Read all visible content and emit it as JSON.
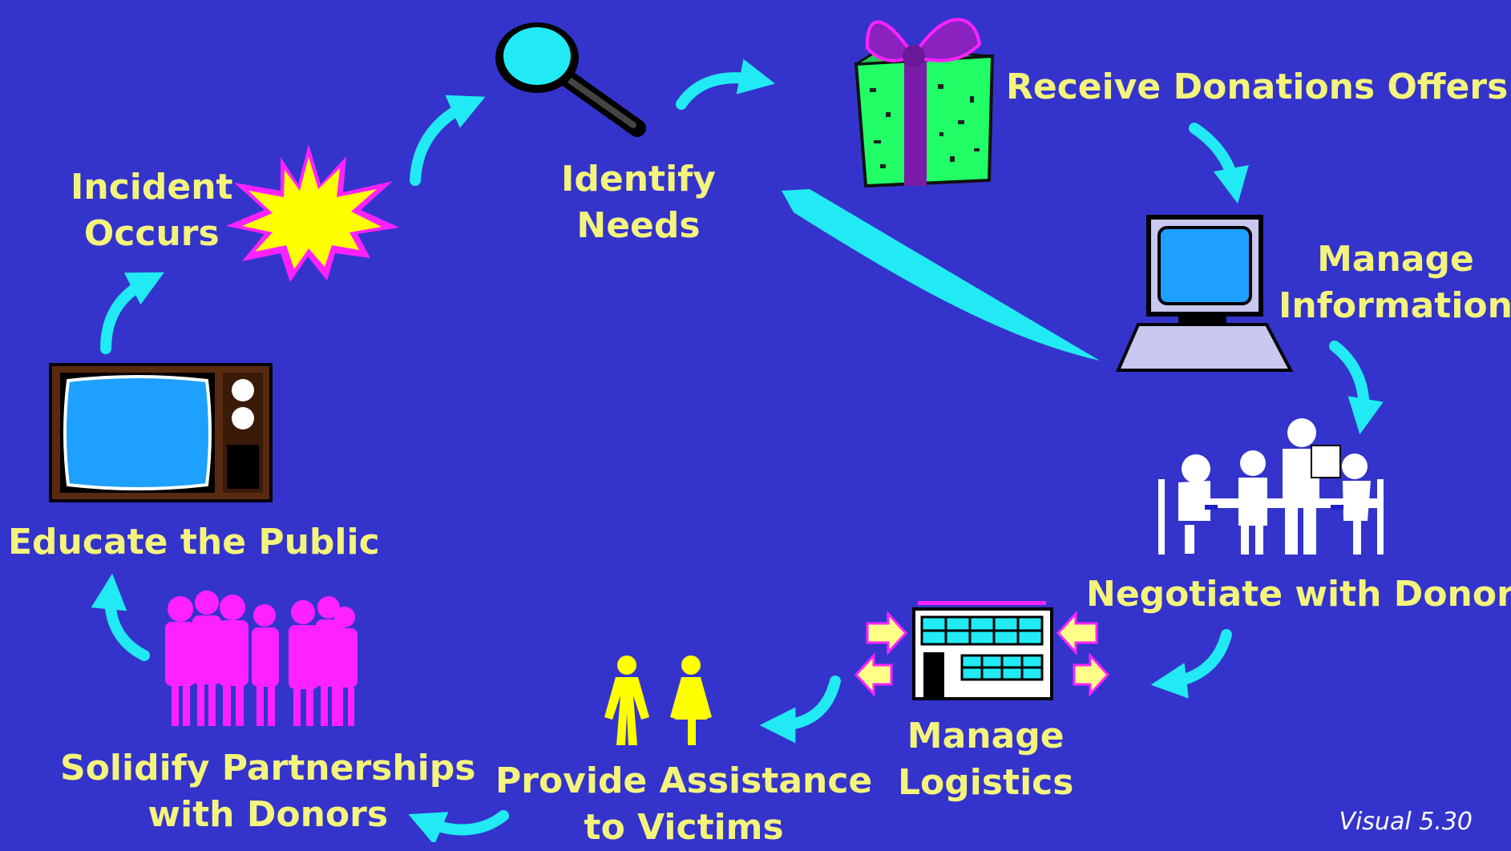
{
  "steps": {
    "incident": {
      "line1": "Incident",
      "line2": "Occurs",
      "icon": "starburst-icon"
    },
    "identify": {
      "line1": "Identify",
      "line2": "Needs",
      "icon": "magnifier-icon"
    },
    "receive": {
      "label": "Receive Donations Offers",
      "icon": "gift-icon"
    },
    "manage_info": {
      "line1": "Manage",
      "line2": "Information",
      "icon": "computer-icon"
    },
    "negotiate": {
      "label": "Negotiate with Donors",
      "icon": "meeting-icon"
    },
    "logistics": {
      "line1": "Manage",
      "line2": "Logistics",
      "icon": "warehouse-icon"
    },
    "assistance": {
      "line1": "Provide Assistance",
      "line2": "to Victims",
      "icon": "people-icon"
    },
    "solidify": {
      "line1": "Solidify Partnerships",
      "line2": "with Donors",
      "icon": "crowd-icon"
    },
    "educate": {
      "label": "Educate the Public",
      "icon": "television-icon"
    }
  },
  "footer": {
    "visual_number": "Visual 5.30"
  },
  "colors": {
    "background": "#3434cc",
    "label": "#f4f47c",
    "arrow": "#22eaf4",
    "screen": "#1ea0ff",
    "accent_magenta": "#ff22ff",
    "starburst": "#ffff00",
    "gift": "#22ff66"
  }
}
